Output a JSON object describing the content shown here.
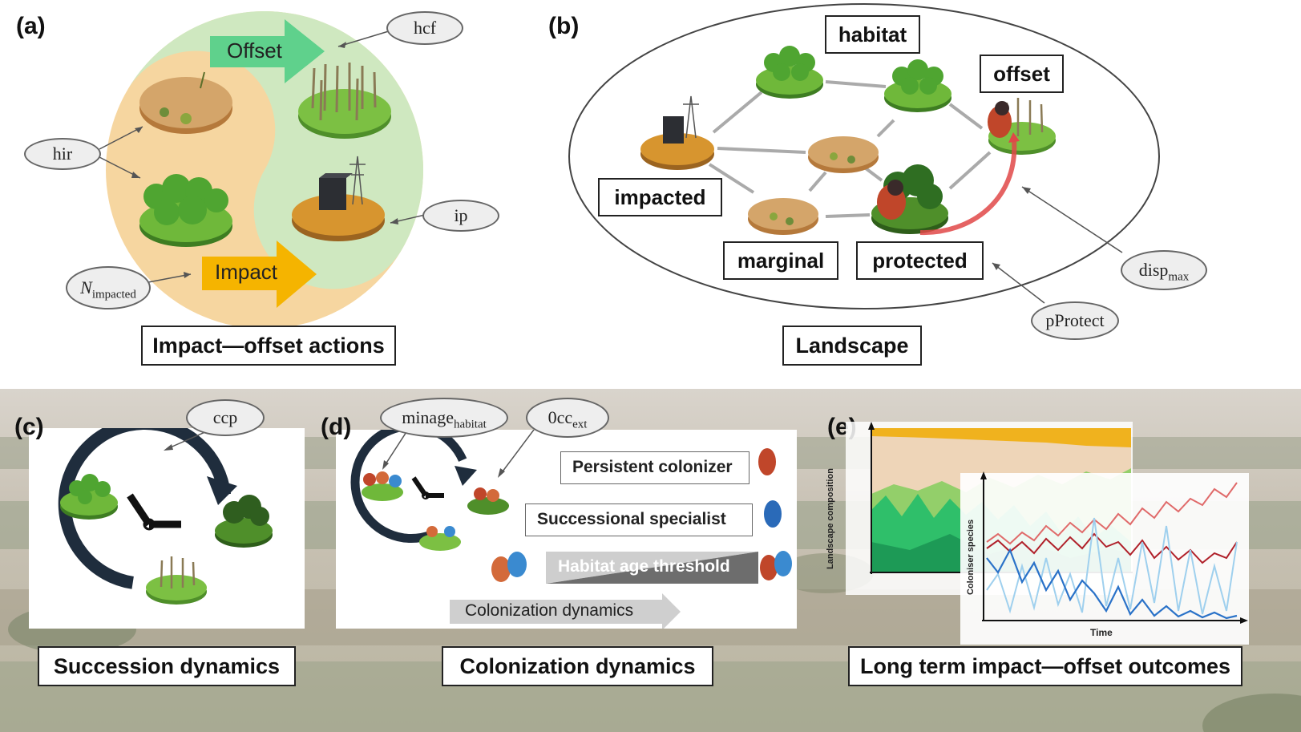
{
  "panels": {
    "a": {
      "letter": "(a)",
      "offset_arrow": "Offset",
      "impact_arrow": "Impact",
      "label": "Impact—offset actions",
      "params": {
        "hcf": "hcf",
        "hir": "hir",
        "ip": "ip",
        "n_impacted_main": "N",
        "n_impacted_sub": "impacted"
      }
    },
    "b": {
      "letter": "(b)",
      "nodes": {
        "habitat": "habitat",
        "offset": "offset",
        "impacted": "impacted",
        "marginal": "marginal",
        "protected": "protected"
      },
      "label": "Landscape",
      "params": {
        "disp_main": "disp",
        "disp_sub": "max",
        "pprotect": "pProtect"
      }
    },
    "c": {
      "letter": "(c)",
      "label": "Succession dynamics",
      "params": {
        "ccp": "ccp"
      }
    },
    "d": {
      "letter": "(d)",
      "label": "Colonization dynamics",
      "persistent": "Persistent colonizer",
      "specialist": "Successional specialist",
      "threshold": "Habitat age threshold",
      "colonization_arrow": "Colonization dynamics",
      "params": {
        "minage_main": "minage",
        "minage_sub": "habitat",
        "occ_main": "0cc",
        "occ_sub": "ext"
      }
    },
    "e": {
      "letter": "(e)",
      "label": "Long term impact—offset outcomes",
      "ylabel_back": "Landscape composition",
      "ylabel_front": "Coloniser species",
      "xlabel": "Time"
    }
  },
  "colors": {
    "green_zone": "#cfe8c0",
    "orange_zone": "#f6d6a0",
    "offset_arrow": "#5fd18c",
    "impact_arrow": "#f5b400",
    "clock": "#1f2d3d",
    "red_bird_arrow": "#e04848"
  }
}
